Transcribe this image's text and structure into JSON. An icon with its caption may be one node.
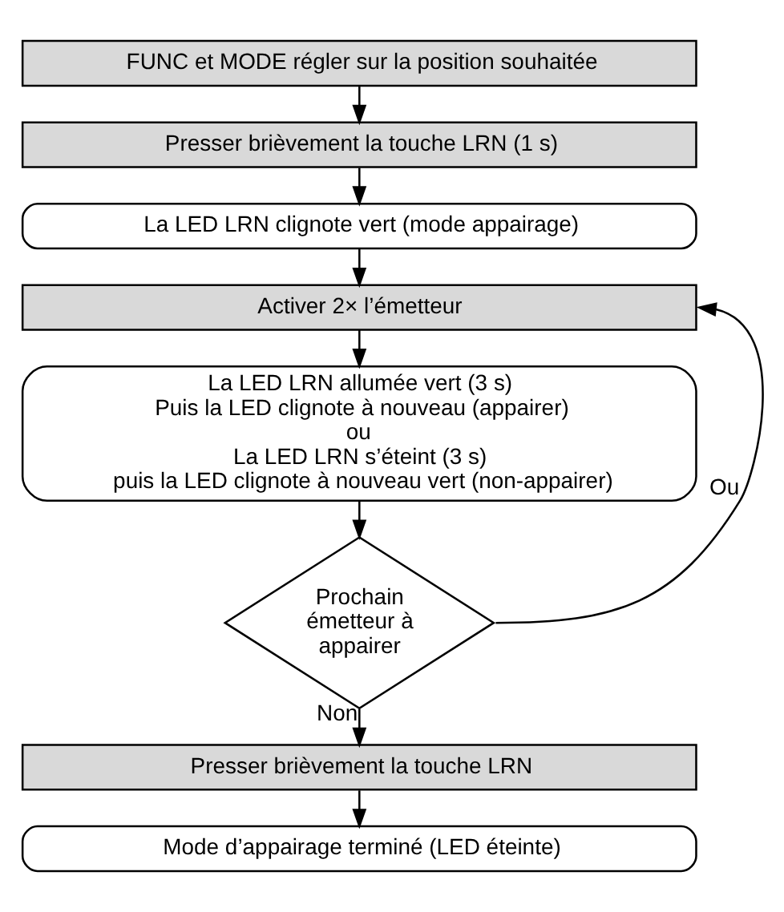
{
  "diagram": {
    "nodes": [
      {
        "text": [
          "FUNC et MODE régler sur la position souhaitée"
        ]
      },
      {
        "text": [
          "Presser brièvement la touche LRN (1 s)"
        ]
      },
      {
        "text": [
          "La LED LRN clignote vert (mode appairage)"
        ]
      },
      {
        "text": [
          "Activer 2× l’émetteur"
        ]
      },
      {
        "text": [
          "La LED LRN allumée vert (3 s)",
          "Puis la LED clignote à nouveau (appairer)",
          "ou",
          "La LED LRN s’éteint (3 s)",
          "puis la LED clignote à nouveau vert (non-appairer)"
        ]
      },
      {
        "text": [
          "Prochain émetteur à appairer"
        ]
      },
      {
        "text": [
          "Presser brièvement la touche LRN"
        ]
      },
      {
        "text": [
          "Mode d’appairage terminé (LED éteinte)"
        ]
      }
    ],
    "edges": [
      {
        "from": 0,
        "to": 1,
        "arrow": "to"
      },
      {
        "from": 1,
        "to": 2,
        "arrow": "to"
      },
      {
        "from": 2,
        "to": 3,
        "arrow": "to"
      },
      {
        "from": 3,
        "to": 4,
        "arrow": "to"
      },
      {
        "from": 4,
        "to": 5,
        "arrow": "to"
      },
      {
        "from": 5,
        "to": 6,
        "arrow": "to",
        "label": "Non"
      },
      {
        "from": 5,
        "to": 3,
        "arrow": "to",
        "label": "Ou"
      },
      {
        "from": 6,
        "to": 7,
        "arrow": "to"
      }
    ]
  }
}
